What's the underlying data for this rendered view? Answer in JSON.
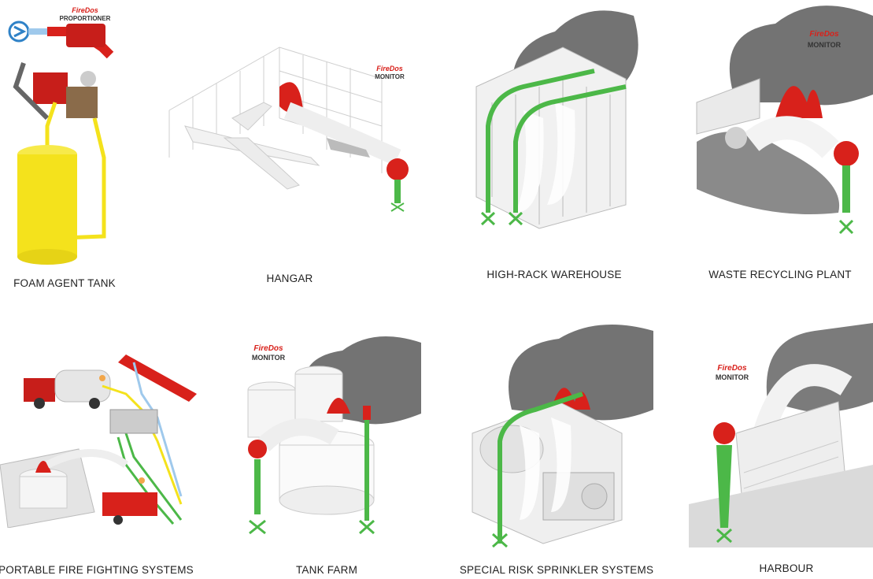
{
  "colors": {
    "fire": "#d8211b",
    "pipe": "#4cb848",
    "smoke": "#5a5a5a",
    "tank": "#f4e21c",
    "water": "#b9d9f0",
    "blue_valve": "#2f82c7"
  },
  "tiles": [
    {
      "caption": "FOAM AGENT TANK",
      "brand": "FireDos",
      "brand_sub": "PROPORTIONER"
    },
    {
      "caption": "HANGAR",
      "brand": "FireDos",
      "brand_sub": "MONITOR"
    },
    {
      "caption": "HIGH-RACK WAREHOUSE"
    },
    {
      "caption": "WASTE RECYCLING PLANT",
      "brand": "FireDos",
      "brand_sub": "MONITOR"
    },
    {
      "caption": "PORTABLE FIRE FIGHTING SYSTEMS"
    },
    {
      "caption": "TANK FARM",
      "brand": "FireDos",
      "brand_sub": "MONITOR"
    },
    {
      "caption": "SPECIAL RISK SPRINKLER SYSTEMS"
    },
    {
      "caption": "HARBOUR",
      "brand": "FireDos",
      "brand_sub": "MONITOR"
    }
  ]
}
